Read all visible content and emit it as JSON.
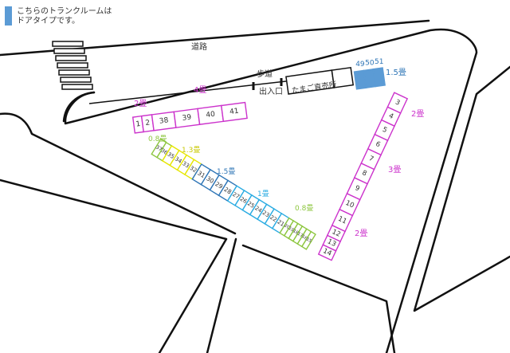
{
  "legend": {
    "color": "#5b9bd5",
    "line1": "こちらのトランクルームは",
    "line2": "ドアタイプです。"
  },
  "labels": {
    "road": "道路",
    "sidewalk": "歩道",
    "entrance": "出入口",
    "shop": "たまご直売所"
  },
  "colors": {
    "magenta": "#cc33cc",
    "blue": "#2e75b6",
    "cyan": "#29abe2",
    "yellow": "#e6e600",
    "green": "#8dc63f",
    "door": "#5b9bd5"
  },
  "top_row": {
    "size_left": "2畳",
    "size_right": "4畳",
    "units": [
      "1",
      "2",
      "38",
      "39",
      "40",
      "41"
    ]
  },
  "door_units": {
    "size": "1.5畳",
    "units": [
      "49",
      "50",
      "51"
    ]
  },
  "right_column": {
    "size_top": "2畳",
    "size_middle": "3畳",
    "size_bottom": "2畳",
    "units": [
      "3",
      "4",
      "5",
      "6",
      "7",
      "8",
      "9",
      "10",
      "11",
      "12",
      "13",
      "14"
    ]
  },
  "diagonal": {
    "size_green_left": "0.8畳",
    "size_yellow": "1.3畳",
    "size_blue": "1.5畳",
    "size_cyan": "1畳",
    "size_green_right": "0.8畳",
    "green_left_units": [
      "37",
      "36"
    ],
    "yellow_units": [
      "35",
      "34",
      "33",
      "32"
    ],
    "blue_units": [
      "31",
      "30",
      "29",
      "28"
    ],
    "cyan_units": [
      "27",
      "26",
      "25",
      "24",
      "23",
      "22",
      "21"
    ],
    "green_right_units": [
      "20",
      "19",
      "18",
      "17",
      "16",
      "15"
    ]
  }
}
